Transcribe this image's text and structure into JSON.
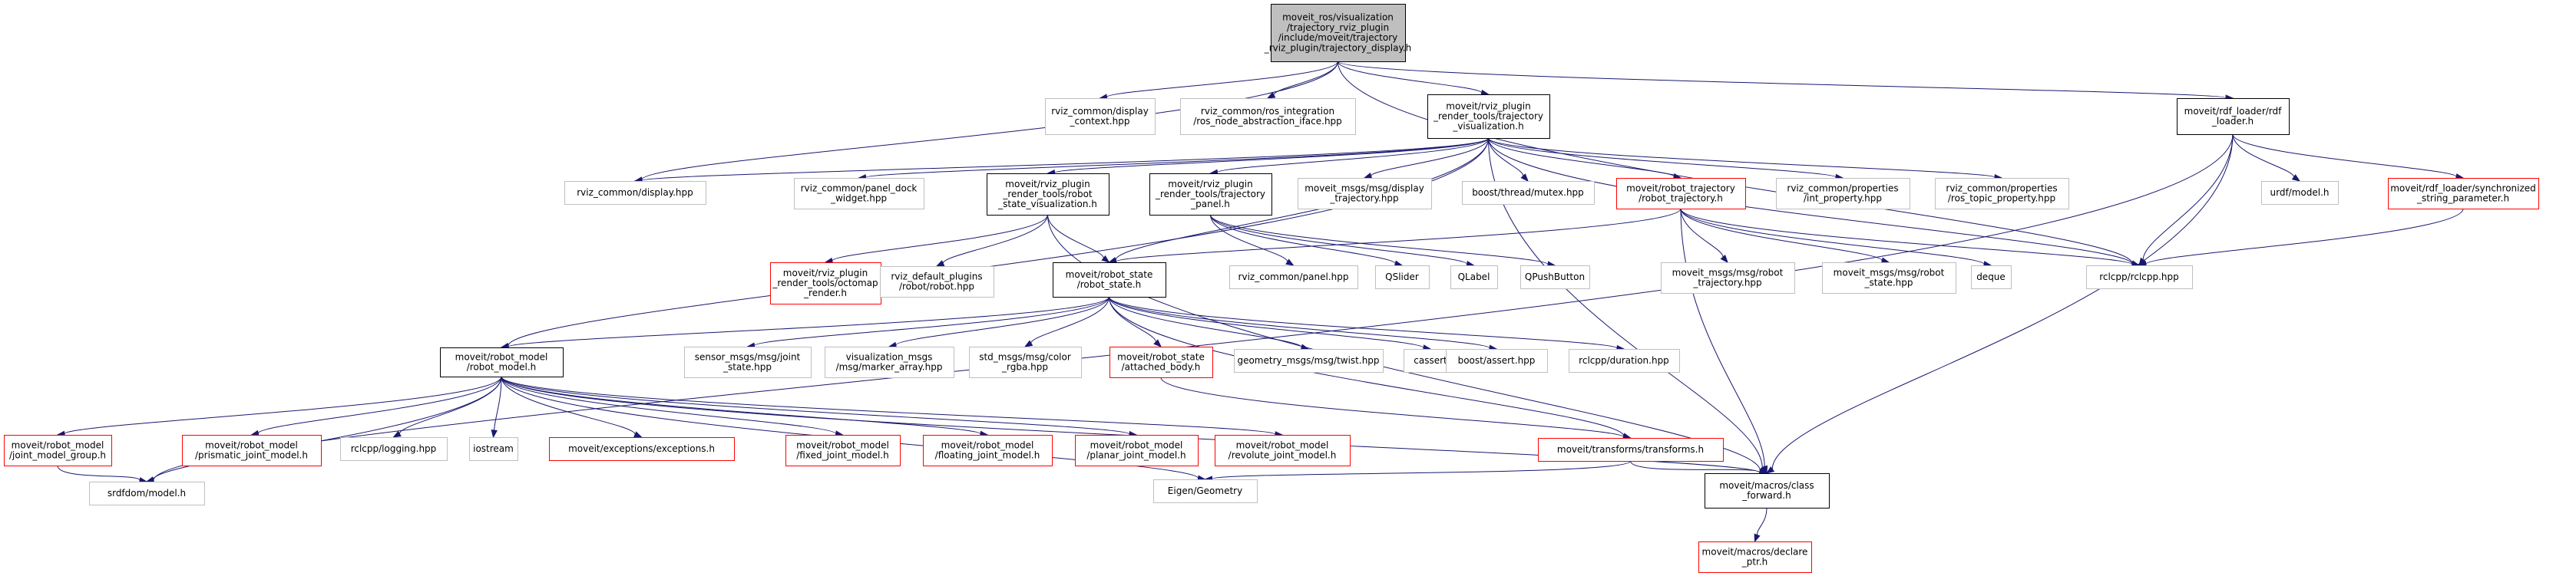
{
  "colors": {
    "root_fill": "#bfbfbf",
    "root_stroke": "#000000",
    "documented_stroke": "#000000",
    "undocumented_stroke": "#bfbfbf",
    "missing_stroke": "#ff0000",
    "node_fill": "#ffffff",
    "edge": "#191970"
  },
  "nodes": [
    {
      "id": "root",
      "style": "root",
      "lines": [
        "moveit_ros/visualization",
        "/trajectory_rviz_plugin",
        "/include/moveit/trajectory",
        "_rviz_plugin/trajectory_display.h"
      ]
    },
    {
      "id": "display_context",
      "style": "undocumented",
      "lines": [
        "rviz_common/display",
        "_context.hpp"
      ]
    },
    {
      "id": "ros_node_abstraction",
      "style": "undocumented",
      "lines": [
        "rviz_common/ros_integration",
        "/ros_node_abstraction_iface.hpp"
      ]
    },
    {
      "id": "trajectory_visualization",
      "style": "documented",
      "lines": [
        "moveit/rviz_plugin",
        "_render_tools/trajectory",
        "_visualization.h"
      ]
    },
    {
      "id": "rdf_loader",
      "style": "documented",
      "lines": [
        "moveit/rdf_loader/rdf",
        "_loader.h"
      ]
    },
    {
      "id": "display_hpp",
      "style": "undocumented",
      "lines": [
        "rviz_common/display.hpp"
      ]
    },
    {
      "id": "panel_dock_widget",
      "style": "undocumented",
      "lines": [
        "rviz_common/panel_dock",
        "_widget.hpp"
      ]
    },
    {
      "id": "robot_state_visualization",
      "style": "documented",
      "lines": [
        "moveit/rviz_plugin",
        "_render_tools/robot",
        "_state_visualization.h"
      ]
    },
    {
      "id": "trajectory_panel",
      "style": "documented",
      "lines": [
        "moveit/rviz_plugin",
        "_render_tools/trajectory",
        "_panel.h"
      ]
    },
    {
      "id": "display_trajectory",
      "style": "undocumented",
      "lines": [
        "moveit_msgs/msg/display",
        "_trajectory.hpp"
      ]
    },
    {
      "id": "mutex",
      "style": "undocumented",
      "lines": [
        "boost/thread/mutex.hpp"
      ]
    },
    {
      "id": "robot_trajectory",
      "style": "missing",
      "lines": [
        "moveit/robot_trajectory",
        "/robot_trajectory.h"
      ]
    },
    {
      "id": "int_property",
      "style": "undocumented",
      "lines": [
        "rviz_common/properties",
        "/int_property.hpp"
      ]
    },
    {
      "id": "ros_topic_property",
      "style": "undocumented",
      "lines": [
        "rviz_common/properties",
        "/ros_topic_property.hpp"
      ]
    },
    {
      "id": "urdf_model",
      "style": "undocumented",
      "lines": [
        "urdf/model.h"
      ]
    },
    {
      "id": "synchronized_string",
      "style": "missing",
      "lines": [
        "moveit/rdf_loader/synchronized",
        "_string_parameter.h"
      ]
    },
    {
      "id": "octomap_render",
      "style": "missing",
      "lines": [
        "moveit/rviz_plugin",
        "_render_tools/octomap",
        "_render.h"
      ]
    },
    {
      "id": "robot_hpp",
      "style": "undocumented",
      "lines": [
        "rviz_default_plugins",
        "/robot/robot.hpp"
      ]
    },
    {
      "id": "robot_state",
      "style": "documented",
      "lines": [
        "moveit/robot_state",
        "/robot_state.h"
      ]
    },
    {
      "id": "panel_hpp",
      "style": "undocumented",
      "lines": [
        "rviz_common/panel.hpp"
      ]
    },
    {
      "id": "qslider",
      "style": "undocumented",
      "lines": [
        "QSlider"
      ]
    },
    {
      "id": "qlabel",
      "style": "undocumented",
      "lines": [
        "QLabel"
      ]
    },
    {
      "id": "qpushbutton",
      "style": "undocumented",
      "lines": [
        "QPushButton"
      ]
    },
    {
      "id": "msg_robot_trajectory",
      "style": "undocumented",
      "lines": [
        "moveit_msgs/msg/robot",
        "_trajectory.hpp"
      ]
    },
    {
      "id": "msg_robot_state",
      "style": "undocumented",
      "lines": [
        "moveit_msgs/msg/robot",
        "_state.hpp"
      ]
    },
    {
      "id": "deque",
      "style": "undocumented",
      "lines": [
        "deque"
      ]
    },
    {
      "id": "rclcpp",
      "style": "undocumented",
      "lines": [
        "rclcpp/rclcpp.hpp"
      ]
    },
    {
      "id": "robot_model",
      "style": "documented",
      "lines": [
        "moveit/robot_model",
        "/robot_model.h"
      ]
    },
    {
      "id": "joint_state",
      "style": "undocumented",
      "lines": [
        "sensor_msgs/msg/joint",
        "_state.hpp"
      ]
    },
    {
      "id": "marker_array",
      "style": "undocumented",
      "lines": [
        "visualization_msgs",
        "/msg/marker_array.hpp"
      ]
    },
    {
      "id": "color_rgba",
      "style": "undocumented",
      "lines": [
        "std_msgs/msg/color",
        "_rgba.hpp"
      ]
    },
    {
      "id": "attached_body",
      "style": "missing",
      "lines": [
        "moveit/robot_state",
        "/attached_body.h"
      ]
    },
    {
      "id": "twist",
      "style": "undocumented",
      "lines": [
        "geometry_msgs/msg/twist.hpp"
      ]
    },
    {
      "id": "cassert",
      "style": "undocumented",
      "lines": [
        "cassert"
      ]
    },
    {
      "id": "boost_assert",
      "style": "undocumented",
      "lines": [
        "boost/assert.hpp"
      ]
    },
    {
      "id": "duration",
      "style": "undocumented",
      "lines": [
        "rclcpp/duration.hpp"
      ]
    },
    {
      "id": "joint_model_group",
      "style": "missing",
      "lines": [
        "moveit/robot_model",
        "/joint_model_group.h"
      ]
    },
    {
      "id": "prismatic_joint",
      "style": "missing",
      "lines": [
        "moveit/robot_model",
        "/prismatic_joint_model.h"
      ]
    },
    {
      "id": "logging",
      "style": "undocumented",
      "lines": [
        "rclcpp/logging.hpp"
      ]
    },
    {
      "id": "iostream",
      "style": "undocumented",
      "lines": [
        "iostream"
      ]
    },
    {
      "id": "exceptions",
      "style": "missing",
      "lines": [
        "moveit/exceptions/exceptions.h"
      ]
    },
    {
      "id": "fixed_joint",
      "style": "missing",
      "lines": [
        "moveit/robot_model",
        "/fixed_joint_model.h"
      ]
    },
    {
      "id": "floating_joint",
      "style": "missing",
      "lines": [
        "moveit/robot_model",
        "/floating_joint_model.h"
      ]
    },
    {
      "id": "planar_joint",
      "style": "missing",
      "lines": [
        "moveit/robot_model",
        "/planar_joint_model.h"
      ]
    },
    {
      "id": "revolute_joint",
      "style": "missing",
      "lines": [
        "moveit/robot_model",
        "/revolute_joint_model.h"
      ]
    },
    {
      "id": "transforms",
      "style": "missing",
      "lines": [
        "moveit/transforms/transforms.h"
      ]
    },
    {
      "id": "srdfdom",
      "style": "undocumented",
      "lines": [
        "srdfdom/model.h"
      ]
    },
    {
      "id": "eigen_geometry",
      "style": "undocumented",
      "lines": [
        "Eigen/Geometry"
      ]
    },
    {
      "id": "class_forward",
      "style": "documented",
      "lines": [
        "moveit/macros/class",
        "_forward.h"
      ]
    },
    {
      "id": "declare_ptr",
      "style": "missing",
      "lines": [
        "moveit/macros/declare",
        "_ptr.h"
      ]
    }
  ],
  "edges": [
    [
      "root",
      "display_context"
    ],
    [
      "root",
      "ros_node_abstraction"
    ],
    [
      "root",
      "trajectory_visualization"
    ],
    [
      "root",
      "rdf_loader"
    ],
    [
      "root",
      "display_hpp"
    ],
    [
      "root",
      "rclcpp"
    ],
    [
      "trajectory_visualization",
      "display_hpp"
    ],
    [
      "trajectory_visualization",
      "panel_dock_widget"
    ],
    [
      "trajectory_visualization",
      "robot_state_visualization"
    ],
    [
      "trajectory_visualization",
      "trajectory_panel"
    ],
    [
      "trajectory_visualization",
      "display_trajectory"
    ],
    [
      "trajectory_visualization",
      "mutex"
    ],
    [
      "trajectory_visualization",
      "robot_trajectory"
    ],
    [
      "trajectory_visualization",
      "int_property"
    ],
    [
      "trajectory_visualization",
      "ros_topic_property"
    ],
    [
      "trajectory_visualization",
      "rclcpp"
    ],
    [
      "trajectory_visualization",
      "robot_state"
    ],
    [
      "trajectory_visualization",
      "robot_model"
    ],
    [
      "trajectory_visualization",
      "class_forward"
    ],
    [
      "rdf_loader",
      "urdf_model"
    ],
    [
      "rdf_loader",
      "synchronized_string"
    ],
    [
      "rdf_loader",
      "rclcpp"
    ],
    [
      "rdf_loader",
      "srdfdom"
    ],
    [
      "rdf_loader",
      "class_forward"
    ],
    [
      "synchronized_string",
      "rclcpp"
    ],
    [
      "robot_state_visualization",
      "octomap_render"
    ],
    [
      "robot_state_visualization",
      "robot_hpp"
    ],
    [
      "robot_state_visualization",
      "robot_state"
    ],
    [
      "robot_state_visualization",
      "class_forward"
    ],
    [
      "trajectory_panel",
      "panel_hpp"
    ],
    [
      "trajectory_panel",
      "qslider"
    ],
    [
      "trajectory_panel",
      "qlabel"
    ],
    [
      "trajectory_panel",
      "qpushbutton"
    ],
    [
      "robot_trajectory",
      "robot_state"
    ],
    [
      "robot_trajectory",
      "msg_robot_trajectory"
    ],
    [
      "robot_trajectory",
      "msg_robot_state"
    ],
    [
      "robot_trajectory",
      "deque"
    ],
    [
      "robot_trajectory",
      "rclcpp"
    ],
    [
      "robot_trajectory",
      "class_forward"
    ],
    [
      "robot_state",
      "robot_model"
    ],
    [
      "robot_state",
      "joint_state"
    ],
    [
      "robot_state",
      "marker_array"
    ],
    [
      "robot_state",
      "color_rgba"
    ],
    [
      "robot_state",
      "attached_body"
    ],
    [
      "robot_state",
      "twist"
    ],
    [
      "robot_state",
      "cassert"
    ],
    [
      "robot_state",
      "boost_assert"
    ],
    [
      "robot_state",
      "duration"
    ],
    [
      "robot_state",
      "transforms"
    ],
    [
      "attached_body",
      "transforms"
    ],
    [
      "robot_model",
      "joint_model_group"
    ],
    [
      "robot_model",
      "prismatic_joint"
    ],
    [
      "robot_model",
      "logging"
    ],
    [
      "robot_model",
      "iostream"
    ],
    [
      "robot_model",
      "exceptions"
    ],
    [
      "robot_model",
      "fixed_joint"
    ],
    [
      "robot_model",
      "floating_joint"
    ],
    [
      "robot_model",
      "planar_joint"
    ],
    [
      "robot_model",
      "revolute_joint"
    ],
    [
      "robot_model",
      "srdfdom"
    ],
    [
      "robot_model",
      "eigen_geometry"
    ],
    [
      "robot_model",
      "class_forward"
    ],
    [
      "joint_model_group",
      "srdfdom"
    ],
    [
      "transforms",
      "eigen_geometry"
    ],
    [
      "transforms",
      "class_forward"
    ],
    [
      "class_forward",
      "declare_ptr"
    ]
  ]
}
